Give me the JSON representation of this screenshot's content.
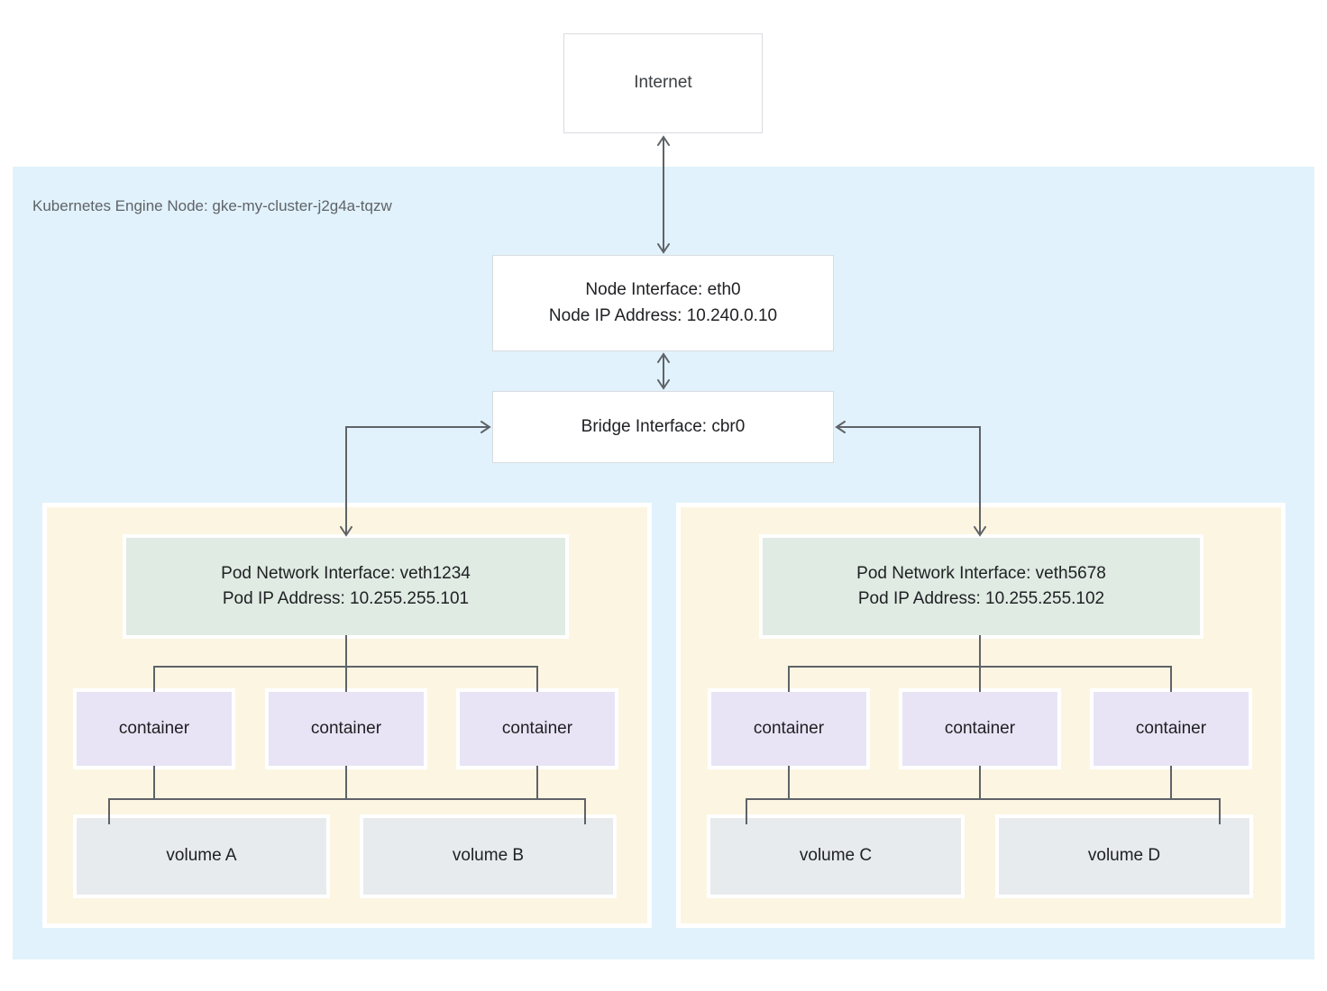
{
  "diagram": {
    "internet_label": "Internet",
    "node_region_label": "Kubernetes Engine Node: gke-my-cluster-j2g4a-tqzw",
    "node_interface": {
      "line1": "Node Interface: eth0",
      "line2": "Node IP Address: 10.240.0.10"
    },
    "bridge_interface": {
      "label": "Bridge Interface: cbr0"
    },
    "pods": [
      {
        "interface": {
          "line1": "Pod Network Interface: veth1234",
          "line2": "Pod IP Address: 10.255.255.101"
        },
        "containers": [
          "container",
          "container",
          "container"
        ],
        "volumes": [
          "volume A",
          "volume B"
        ]
      },
      {
        "interface": {
          "line1": "Pod Network Interface: veth5678",
          "line2": "Pod IP Address: 10.255.255.102"
        },
        "containers": [
          "container",
          "container",
          "container"
        ],
        "volumes": [
          "volume C",
          "volume D"
        ]
      }
    ],
    "colors": {
      "node_region_bg": "#e1f2fc",
      "pod_bg": "#fcf5e2",
      "pod_interface_bg": "#dfebe3",
      "container_bg": "#e8e4f5",
      "volume_bg": "#e8ebed",
      "box_border": "#dadce0",
      "connector": "#5f6368",
      "text": "#202124",
      "label_text": "#5f6368"
    }
  }
}
